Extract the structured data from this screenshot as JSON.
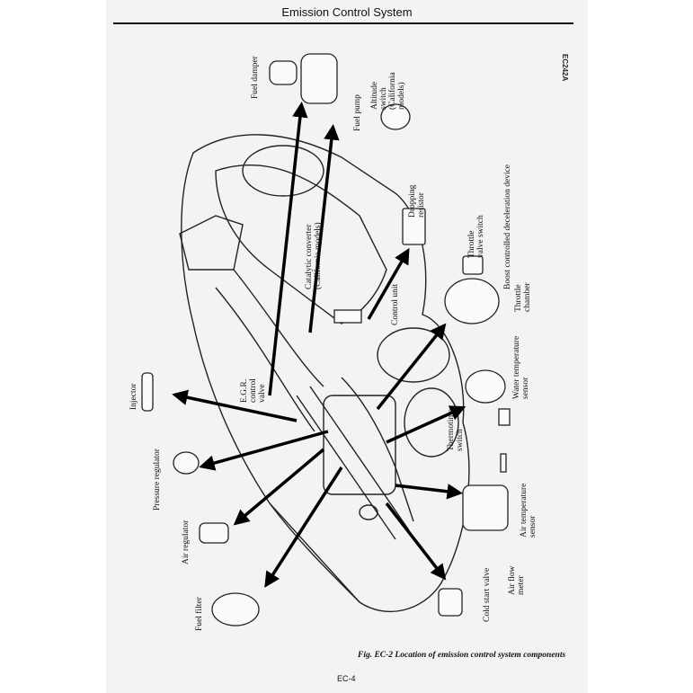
{
  "header": {
    "title": "Emission Control System"
  },
  "figure": {
    "code": "EC242A",
    "caption": "Fig. EC-2  Location of emission control system components",
    "labels": {
      "fuel_damper": [
        "Fuel damper"
      ],
      "fuel_pump": [
        "Fuel pump"
      ],
      "altitude_switch": [
        "Altitude",
        "switch",
        "(California",
        "models)"
      ],
      "dropping_resistor": [
        "Dropping",
        "resistor"
      ],
      "throttle_valve_switch": [
        "Throttle",
        "valve switch"
      ],
      "boost_device": [
        "Boost controlled deceleration device"
      ],
      "throttle_chamber": [
        "Throttle",
        "chamber"
      ],
      "catalytic_converter": [
        "Catalytic converter",
        "(California models)"
      ],
      "control_unit": [
        "Control unit"
      ],
      "egr_valve": [
        "E.G.R.",
        "control",
        "valve"
      ],
      "injector": [
        "Injector"
      ],
      "water_temp_sensor": [
        "Water temperature",
        "sensor"
      ],
      "thermotime_switch": [
        "Thermotime",
        "switch"
      ],
      "pressure_regulator": [
        "Pressure regulator"
      ],
      "air_temp_sensor": [
        "Air temperature",
        "sensor"
      ],
      "air_regulator": [
        "Air regulator"
      ],
      "air_flow_meter": [
        "Air flow",
        "meter"
      ],
      "fuel_filter": [
        "Fuel filter"
      ],
      "cold_start_valve": [
        "Cold start valve"
      ]
    }
  },
  "footer": {
    "page": "EC-4"
  }
}
